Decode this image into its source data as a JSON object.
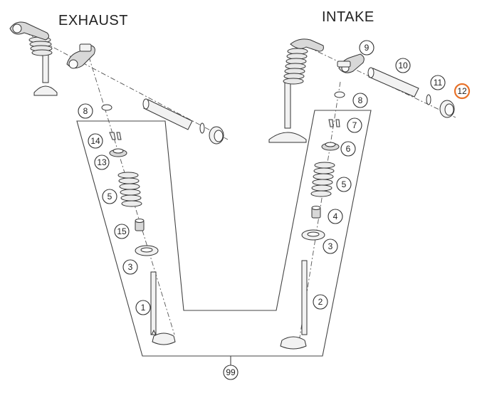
{
  "titles": {
    "exhaust": "EXHAUST",
    "intake": "INTAKE"
  },
  "colors": {
    "highlight": "#e8722a",
    "line": "#333333"
  },
  "callouts": {
    "c1": "1",
    "c2": "2",
    "c3_ex": "3",
    "c3_in": "3",
    "c4": "4",
    "c5_ex": "5",
    "c5_in": "5",
    "c6": "6",
    "c7": "7",
    "c8_ex": "8",
    "c8_in": "8",
    "c9": "9",
    "c10": "10",
    "c11": "11",
    "c12": "12",
    "c13": "13",
    "c14": "14",
    "c15": "15",
    "c99": "99"
  },
  "highlighted_callout": "12"
}
